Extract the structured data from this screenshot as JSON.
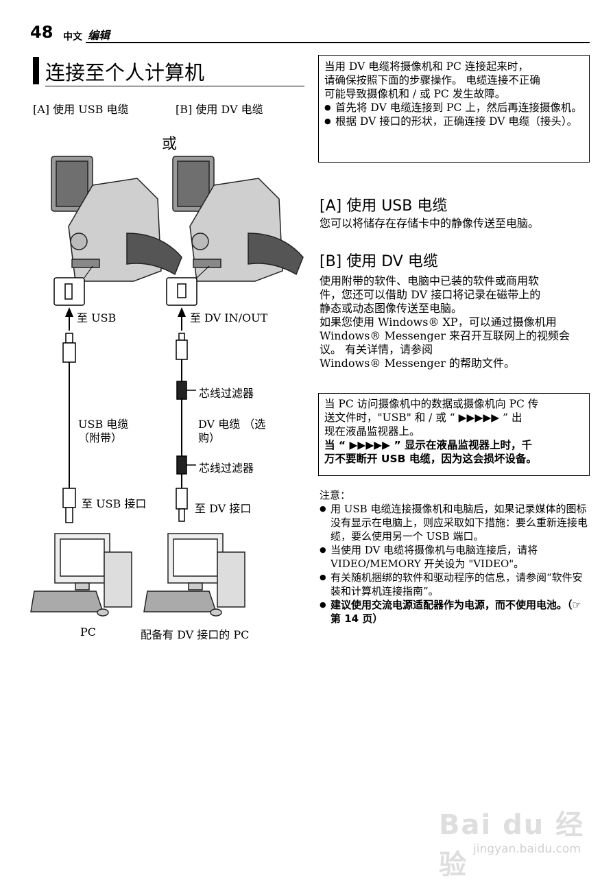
{
  "header": {
    "page_number": "48",
    "chapter_zh": "中文",
    "chapter": "编辑"
  },
  "title": "连接至个人计算机",
  "labels": {
    "usb_option": "[A] 使用 USB 电缆",
    "dv_option": "[B] 使用 DV 电缆",
    "or": "或",
    "to_usb": "至 USB",
    "to_dv_inout": "至 DV IN/OUT",
    "core_filter_1": "芯线过滤器",
    "core_filter_2": "芯线过滤器",
    "usb_cable_line1": "USB 电缆",
    "usb_cable_line2": "（附带）",
    "dv_cable_line1": "DV 电缆 （选",
    "dv_cable_line2": "购）",
    "to_usb_port": "至 USB 接口",
    "to_dv_port": "至 DV 接口",
    "pc": "PC",
    "pc_with_dv": "配备有 DV 接口的 PC"
  },
  "caution_box": {
    "text_line1": "当用 DV 电缆将摄像机和 PC 连接起来时，",
    "text_line2": "请确保按照下面的步骤操作。 电缆连接不正确",
    "text_line3": "可能导致摄像机和 / 或 PC 发生故障。",
    "bullets": [
      "首先将 DV 电缆连接到 PC 上，然后再连接摄像机。",
      "根据 DV 接口的形状，正确连接 DV 电缆（接头）。"
    ]
  },
  "section_a": {
    "heading": "[A] 使用 USB 电缆",
    "body": "您可以将储存在存储卡中的静像传送至电脑。"
  },
  "section_b": {
    "heading": "[B] 使用 DV 电缆",
    "body_line1": "使用附带的软件、电脑中已装的软件或商用软",
    "body_line2": "件，您还可以借助 DV 接口将记录在磁带上的",
    "body_line3": "静态或动态图像传送至电脑。",
    "body_line4": "如果您使用 Windows® XP，可以通过摄像机用",
    "body_line5": "Windows® Messenger 来召开互联网上的视频会",
    "body_line6": "议。 有关详情，请参阅",
    "body_line7": "Windows® Messenger 的帮助文件。"
  },
  "info_box": {
    "line1": "当 PC 访问摄像机中的数据或摄像机向 PC 传",
    "line2": "送文件时，\"USB\" 和 / 或 “ ▶▶▶▶▶ ” 出",
    "line3": "现在液晶监视器上。",
    "line4": "当 “ ▶▶▶▶▶ ” 显示在液晶监视器上时，千",
    "line5": "万不要断开 USB 电缆，因为这会损坏设备。"
  },
  "notes": {
    "heading": "注意：",
    "items": [
      "用 USB 电缆连接摄像机和电脑后，如果记录媒体的图标没有显示在电脑上，则应采取如下措施：要么重新连接电缆，要么使用另一个 USB 端口。",
      "当使用 DV 电缆将摄像机与电脑连接后，请将 VIDEO/MEMORY 开关设为 \"VIDEO\"。",
      "有关随机捆绑的软件和驱动程序的信息，请参阅“软件安装和计算机连接指南”。",
      "建议使用交流电源适配器作为电源，而不使用电池。（☞ 第 14 页）"
    ]
  },
  "watermark": {
    "brand": "Bai du 经验",
    "url": "jingyan.baidu.com"
  }
}
